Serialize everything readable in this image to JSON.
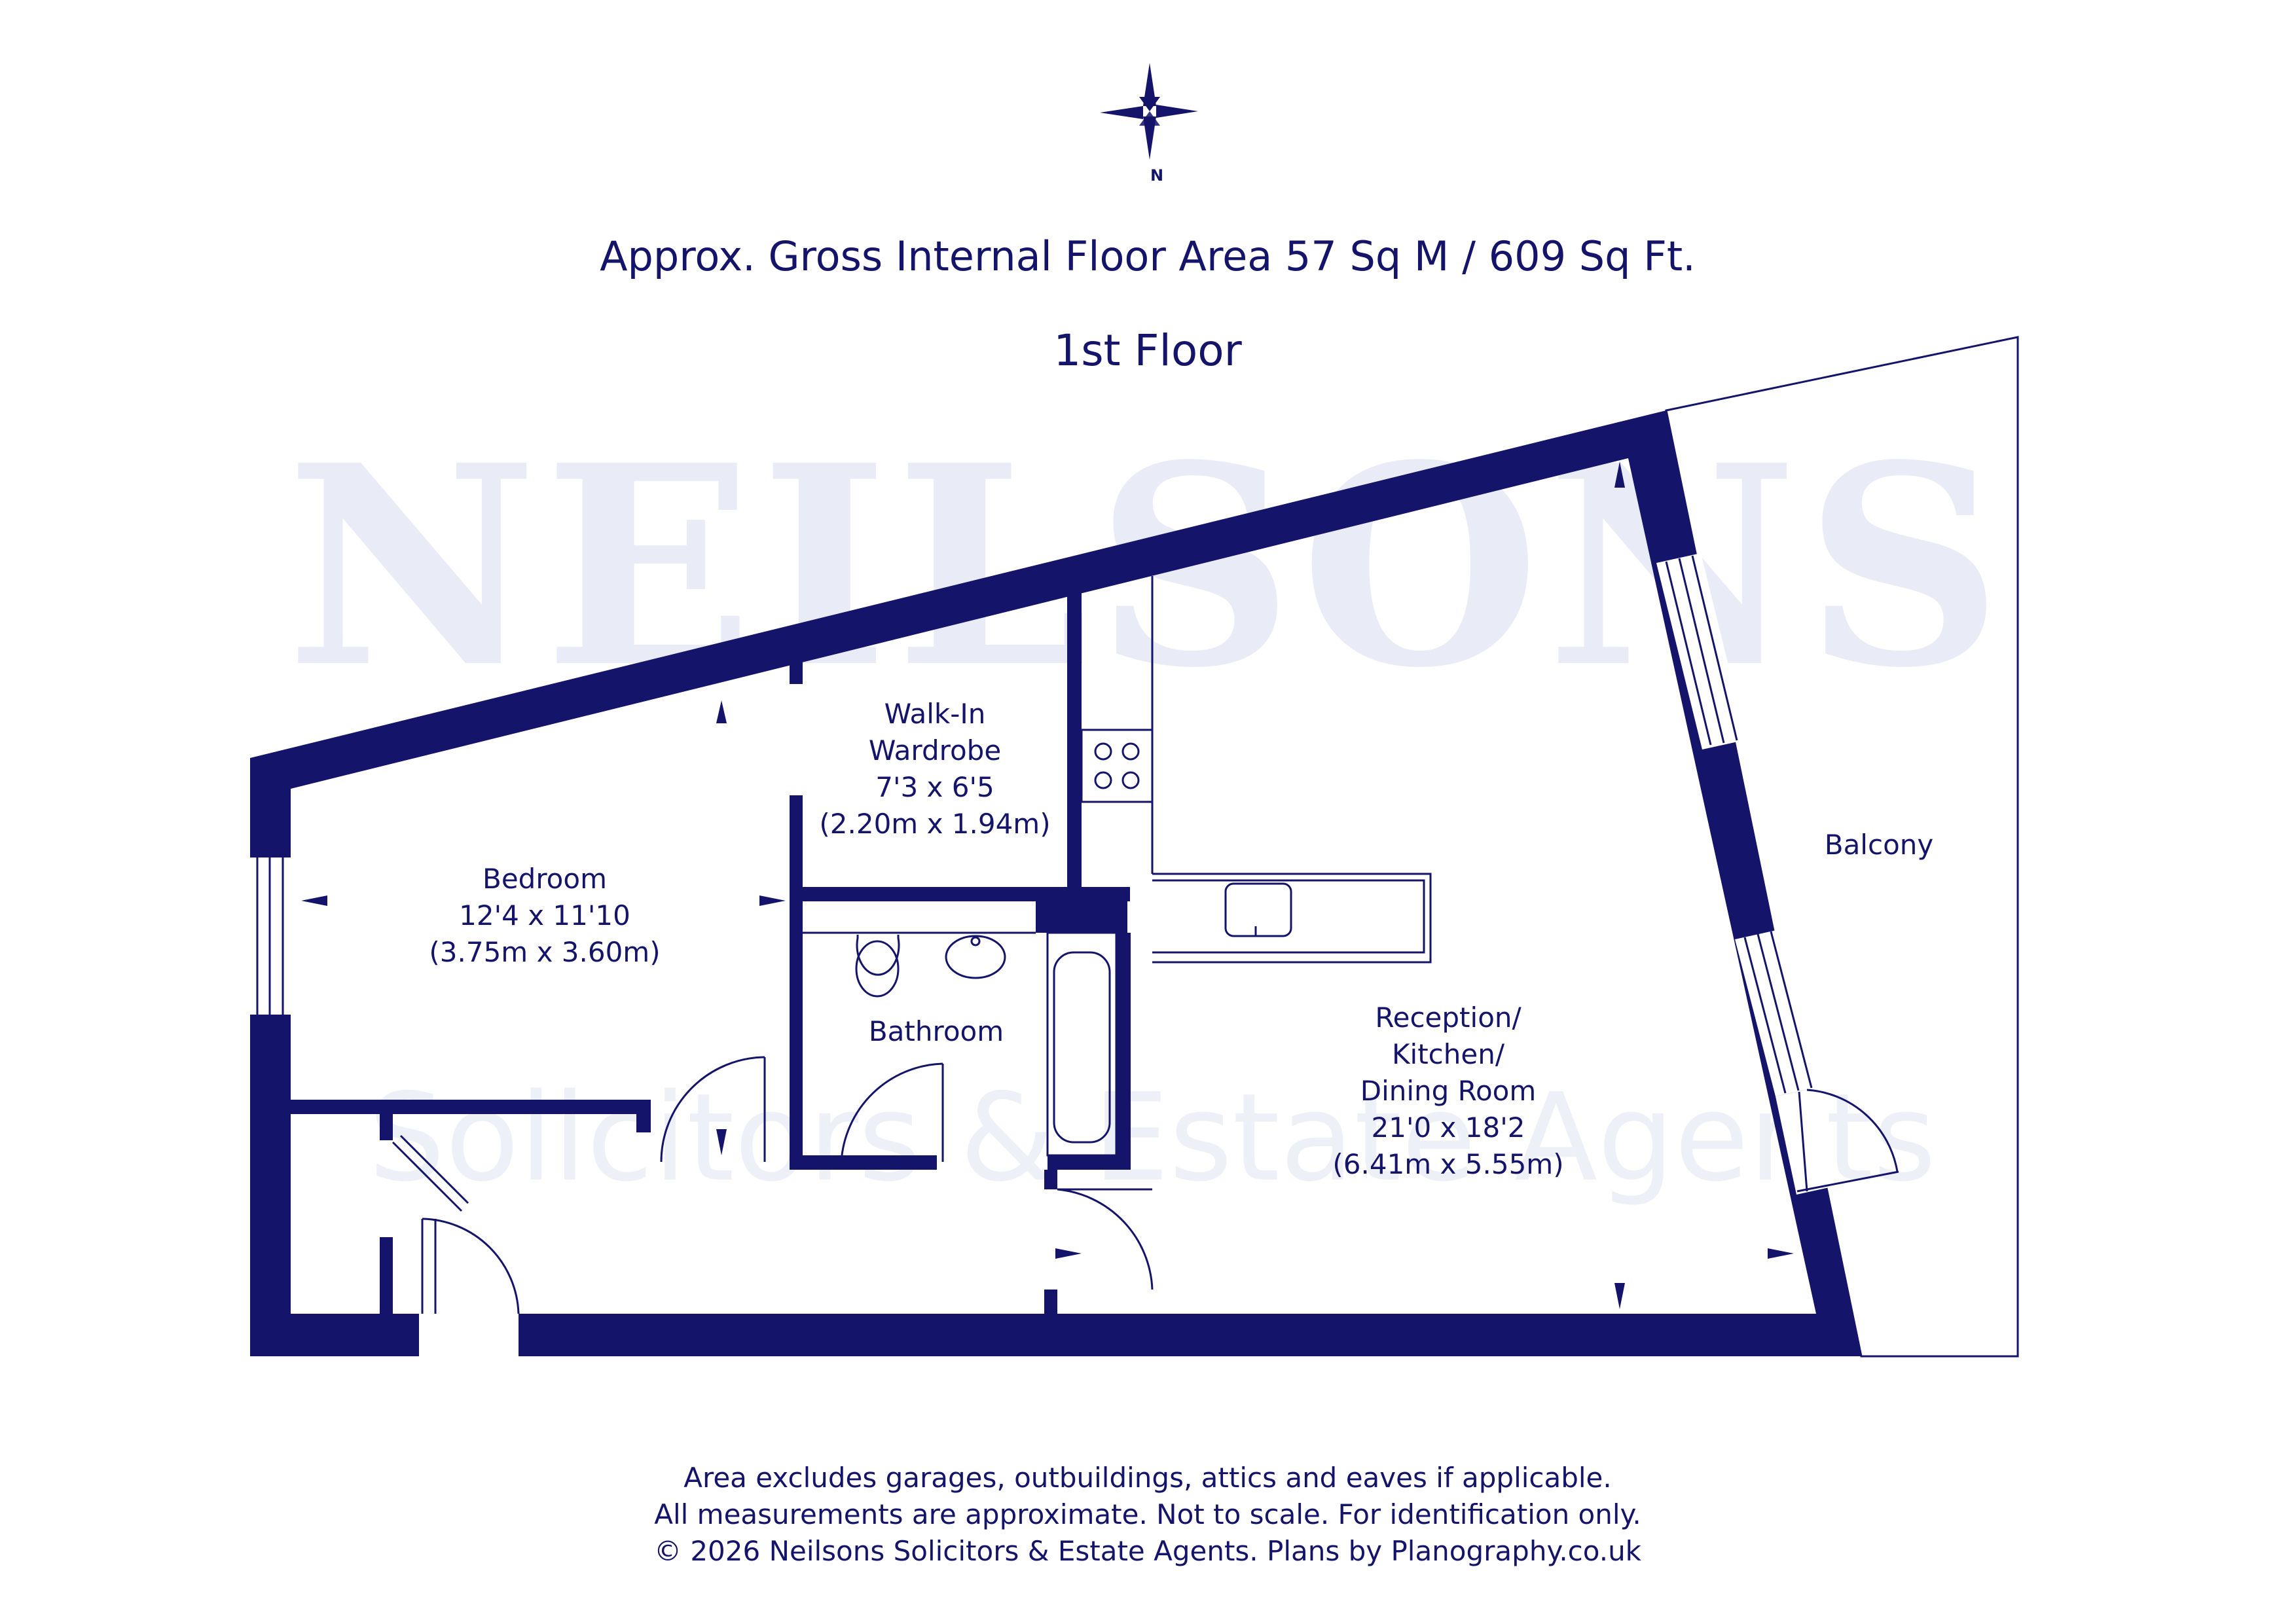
{
  "watermark": {
    "main": "NEILSONS",
    "sub": "Solicitors & Estate Agents"
  },
  "compass": {
    "north_label": "N"
  },
  "header": {
    "area": "Approx. Gross Internal Floor Area 57 Sq M / 609 Sq Ft.",
    "floor": "1st Floor"
  },
  "rooms": {
    "bedroom": {
      "name": "Bedroom",
      "imperial": "12'4 x 11'10",
      "metric": "(3.75m x 3.60m)"
    },
    "wardrobe": {
      "name_line1": "Walk-In",
      "name_line2": "Wardrobe",
      "imperial": "7'3 x 6'5",
      "metric": "(2.20m x 1.94m)"
    },
    "bathroom": {
      "name": "Bathroom"
    },
    "reception": {
      "name_line1": "Reception/",
      "name_line2": "Kitchen/",
      "name_line3": "Dining Room",
      "imperial": "21'0 x 18'2",
      "metric": "(6.41m x 5.55m)"
    },
    "balcony": {
      "name": "Balcony"
    }
  },
  "footer": {
    "line1": "Area excludes garages, outbuildings, attics and eaves if applicable.",
    "line2": "All measurements are approximate. Not to scale. For identification only.",
    "line3": "© 2026 Neilsons Solicitors & Estate Agents. Plans by Planography.co.uk"
  },
  "colors": {
    "wall": "#14146b",
    "watermark": "#e9ebf7",
    "background": "#ffffff"
  }
}
